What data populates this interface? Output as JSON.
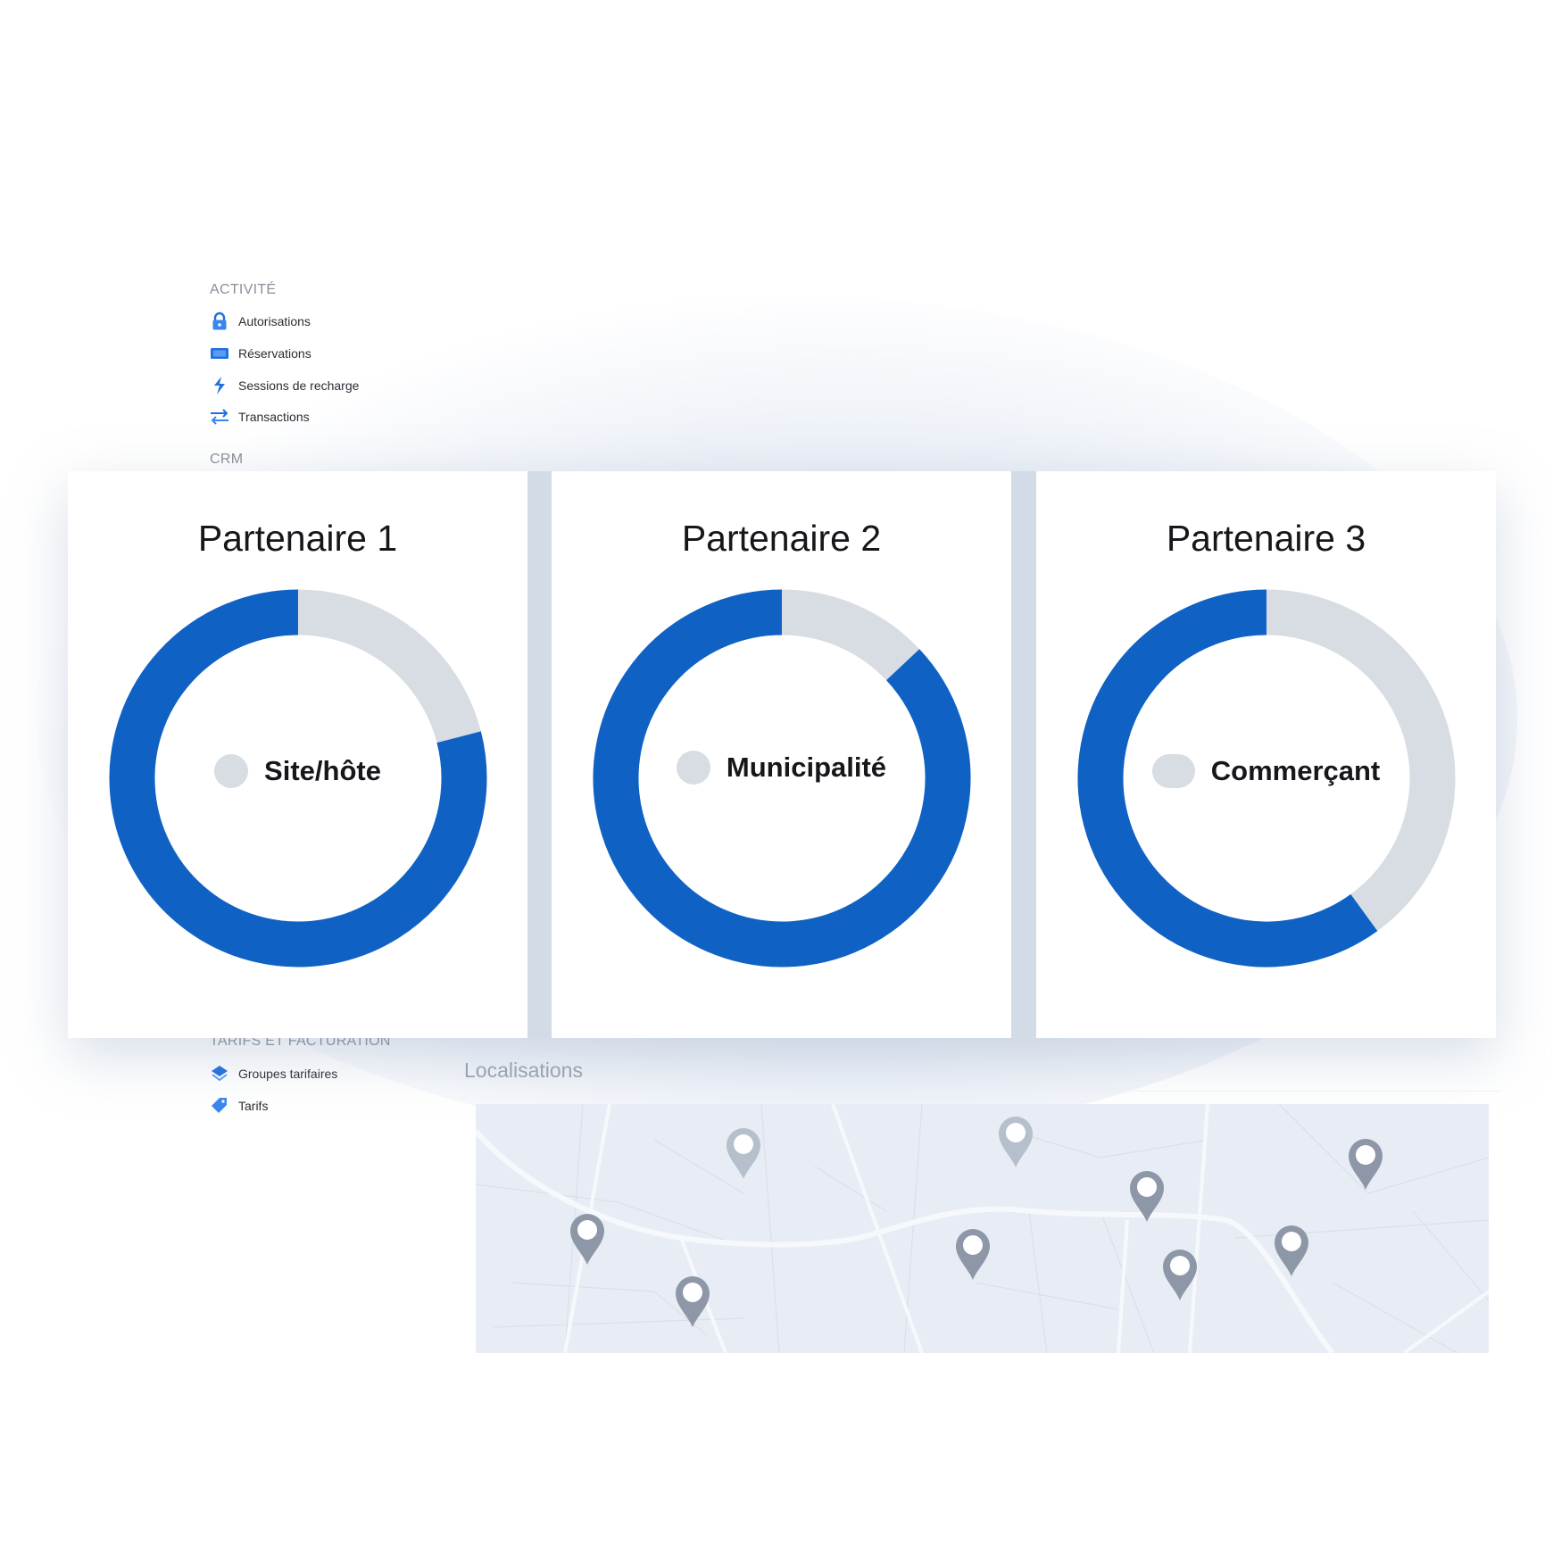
{
  "sidebar": {
    "sections": [
      {
        "title": "ACTIVITÉ",
        "items": [
          {
            "label": "Autorisations",
            "icon": "lock-icon"
          },
          {
            "label": "Réservations",
            "icon": "ticket-icon"
          },
          {
            "label": "Sessions de recharge",
            "icon": "lightning-icon"
          },
          {
            "label": "Transactions",
            "icon": "transfer-arrows-icon"
          }
        ]
      },
      {
        "title": "CRM",
        "items": []
      },
      {
        "title": "TARIFS ET FACTURATION",
        "items": [
          {
            "label": "Groupes tarifaires",
            "icon": "layers-icon"
          },
          {
            "label": "Tarifs",
            "icon": "tag-icon"
          }
        ]
      }
    ]
  },
  "colors": {
    "accent": "#0f62c4",
    "remainder": "#d8dce3",
    "pin": "#8e97a8",
    "pin_light": "#b6bfcc"
  },
  "chart_data": [
    {
      "type": "pie",
      "title": "Partenaire 1",
      "legend": "Site/hôte",
      "values": [
        79,
        21
      ]
    },
    {
      "type": "pie",
      "title": "Partenaire 2",
      "legend": "Municipalité",
      "values": [
        87,
        13
      ]
    },
    {
      "type": "pie",
      "title": "Partenaire 3",
      "legend": "Commerçant",
      "values": [
        60,
        40
      ]
    }
  ],
  "map": {
    "title": "Localisations",
    "pin_count": 9
  }
}
